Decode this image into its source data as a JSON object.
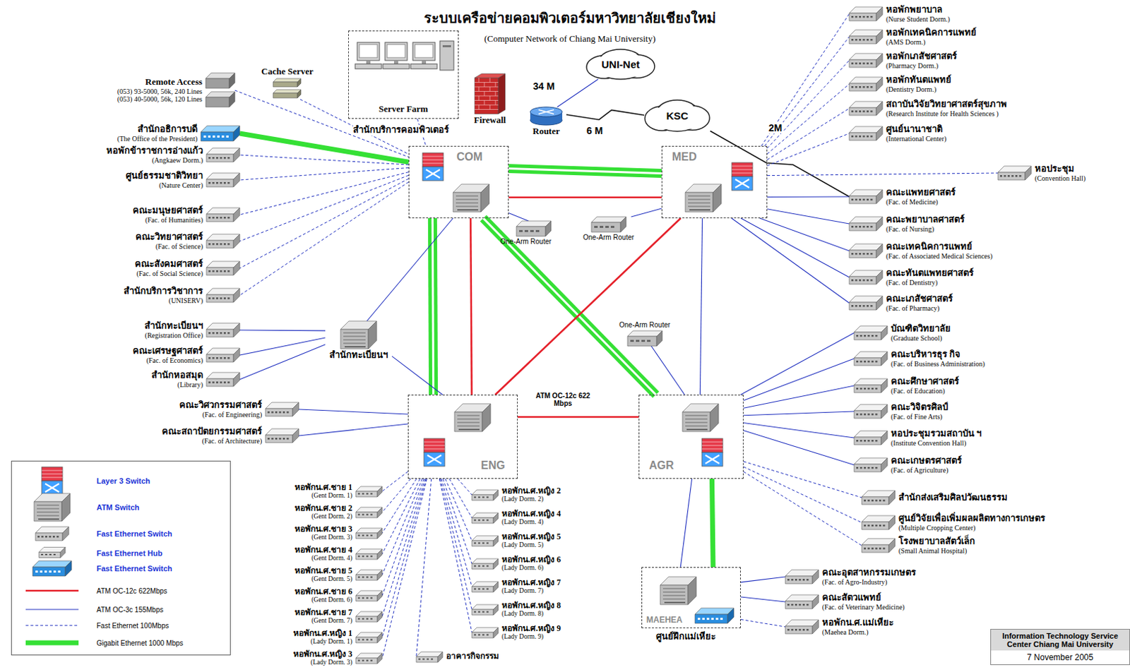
{
  "diagram": {
    "title": "ระบบเครือข่ายคอมพิวเตอร์มหาวิทยาลัยเชียงใหม่",
    "caption": "(Computer Network of Chiang Mai University)",
    "nodes": [
      {
        "text": [
          "Remote Access",
          "(053) 93-5000, 56k, 240 Lines",
          "(053) 40-5000, 56k, 120 Lines"
        ]
      },
      {
        "text": [
          "Cache Server"
        ]
      },
      {
        "text": [
          "Server Farm"
        ]
      },
      {
        "text": [
          "Firewall"
        ]
      },
      {
        "text": [
          "Router"
        ]
      },
      {
        "text": [
          "UNI-Net"
        ]
      },
      {
        "text": [
          "KSC"
        ]
      },
      {
        "text": [
          "สำนักอธิการบดี",
          "(The Office of the President)"
        ]
      },
      {
        "text": [
          "หอพักข้าราชการอ่างแก้ว",
          "(Angkaew Dorm.)"
        ]
      },
      {
        "text": [
          "ศูนย์ธรรมชาติวิทยา",
          "(Nature Center)"
        ]
      },
      {
        "text": [
          "คณะมนุษยศาสตร์",
          "(Fac. of Humanities)"
        ]
      },
      {
        "text": [
          "คณะวิทยาศาสตร์",
          "(Fac. of Science)"
        ]
      },
      {
        "text": [
          "คณะสังคมศาสตร์",
          "(Fac. of Social Science)"
        ]
      },
      {
        "text": [
          "สำนักบริการวิชาการ",
          "(UNISERV)"
        ]
      },
      {
        "text": [
          "สำนักทะเบียนฯ",
          "(Registration Office)"
        ]
      },
      {
        "text": [
          "คณะเศรษฐศาสตร์",
          "(Fac. of Economics)"
        ]
      },
      {
        "text": [
          "สำนักหอสมุด",
          "(Library)"
        ]
      },
      {
        "text": [
          "คณะวิศวกรรมศาสตร์",
          "(Fac. of Engineering)"
        ]
      },
      {
        "text": [
          "คณะสถาปัตยกรรมศาสตร์",
          "(Fac. of Architecture)"
        ]
      },
      {
        "text": [
          "COM"
        ]
      },
      {
        "text": [
          "MED"
        ]
      },
      {
        "text": [
          "One-Arm Router"
        ]
      },
      {
        "text": [
          "One-Arm Router"
        ]
      },
      {
        "text": [
          "สำนักทะเบียนฯ"
        ]
      },
      {
        "text": [
          "One-Arm Router"
        ]
      },
      {
        "text": [
          "ENG"
        ]
      },
      {
        "text": [
          "AGR"
        ]
      },
      {
        "text": [
          "MAEHEA",
          "ศูนย์ฝึกแม่เหียะ"
        ]
      },
      {
        "text": [
          "หอพักพยาบาล",
          "(Nurse Student Dorm.)"
        ]
      },
      {
        "text": [
          "หอพักเทคนิคการแพทย์",
          "(AMS Dorm.)"
        ]
      },
      {
        "text": [
          "หอพักเภสัชศาสตร์",
          "(Pharmacy Dorm.)"
        ]
      },
      {
        "text": [
          "หอพักทันตแพทย์",
          "(Dentistry Dorm.)"
        ]
      },
      {
        "text": [
          "สถาบันวิจัยวิทยาศาสตร์สุขภาพ",
          "(Research Institute for Health Sciences )"
        ]
      },
      {
        "text": [
          "ศูนย์นานาชาติ",
          "(International Center)"
        ]
      },
      {
        "text": [
          "หอประชุม",
          "(Convention Hall)"
        ]
      },
      {
        "text": [
          "คณะแพทยศาสตร์",
          "(Fac. of Medicine)"
        ]
      },
      {
        "text": [
          "คณะพยาบาลศาสตร์",
          "(Fac. of Nursing)"
        ]
      },
      {
        "text": [
          "คณะเทคนิคการแพทย์",
          "(Fac. of Associated Medical Sciences)"
        ]
      },
      {
        "text": [
          "คณะทันตแพทยศาสตร์",
          "(Fac. of Dentistry)"
        ]
      },
      {
        "text": [
          "คณะเภสัชศาสตร์",
          "(Fac. of Pharmacy)"
        ]
      },
      {
        "text": [
          "บัณฑิตวิทยาลัย",
          "(Graduate School)"
        ]
      },
      {
        "text": [
          "คณะบริหารธุร กิจ",
          "(Fac. of Business Administration)"
        ]
      },
      {
        "text": [
          "คณะศึกษาศาสตร์",
          "(Fac. of Education)"
        ]
      },
      {
        "text": [
          "คณะวิจิตรศิลป์",
          "(Fac. of Fine Arts)"
        ]
      },
      {
        "text": [
          "หอประชุมรวมสถาบัน ฯ",
          "(Institute Convention Hall)"
        ]
      },
      {
        "text": [
          "คณะเกษตรศาสตร์",
          "(Fac. of Agriculture)"
        ]
      },
      {
        "text": [
          "สำนักส่งเสริมศิลปวัฒนธรรม"
        ]
      },
      {
        "text": [
          "ศูนย์วิจัยเพื่อเพิ่มผลผลิตทางการเกษตร",
          "(Multiple Cropping Center)"
        ]
      },
      {
        "text": [
          "โรงพยาบาลสัตว์เล็ก",
          "(Small Animal Hospital)"
        ]
      },
      {
        "text": [
          "คณะอุตสาหกรรมเกษตร",
          "(Fac. of Agro-Industry)"
        ]
      },
      {
        "text": [
          "คณะสัตวแพทย์",
          "(Fac. of Veterinary Medicine)"
        ]
      },
      {
        "text": [
          "หอพักน.ศ.แม่เหียะ",
          "(Maehea Dorm.)"
        ]
      },
      {
        "text": [
          "หอพักน.ศ.ชาย 1",
          "(Gent Dorm. 1)"
        ]
      },
      {
        "text": [
          "หอพักน.ศ.ชาย 2",
          "(Gent Dorm. 2)"
        ]
      },
      {
        "text": [
          "หอพักน.ศ.ชาย 3",
          "(Gent Dorm. 3)"
        ]
      },
      {
        "text": [
          "หอพักน.ศ.ชาย 4",
          "(Gent Dorm. 4)"
        ]
      },
      {
        "text": [
          "หอพักน.ศ.ชาย 5",
          "(Gent Dorm. 5)"
        ]
      },
      {
        "text": [
          "หอพักน.ศ.ชาย 6",
          "(Gent Dorm. 6)"
        ]
      },
      {
        "text": [
          "หอพักน.ศ.ชาย 7",
          "(Gent Dorm. 7)"
        ]
      },
      {
        "text": [
          "หอพักน.ศ.หญิง 1",
          "(Lady Dorm. 1)"
        ]
      },
      {
        "text": [
          "หอพักน.ศ.หญิง 3",
          "(Lady Dorm. 3)"
        ]
      },
      {
        "text": [
          "หอพักน.ศ.หญิง 2",
          "(Lady Dorm. 2)"
        ]
      },
      {
        "text": [
          "หอพักน.ศ.หญิง 4",
          "(Lady Dorm. 4)"
        ]
      },
      {
        "text": [
          "หอพักน.ศ.หญิง 5",
          "(Lady Dorm. 5)"
        ]
      },
      {
        "text": [
          "หอพักน.ศ.หญิง 6",
          "(Lady Dorm. 6)"
        ]
      },
      {
        "text": [
          "หอพักน.ศ.หญิง 7",
          "(Lady Dorm. 7)"
        ]
      },
      {
        "text": [
          "หอพักน.ศ.หญิง 8",
          "(Lady Dorm. 8)"
        ]
      },
      {
        "text": [
          "หอพักน.ศ.หญิง 9",
          "(Lady Dorm. 9)"
        ]
      },
      {
        "text": [
          "อาคารกิจกรรม"
        ]
      },
      {
        "text": [
          "Information Technology Service Center Chiang Mai University",
          "7 November 2005"
        ]
      }
    ],
    "edges": [
      {
        "from": 7,
        "to": 19,
        "arrow": "none"
      },
      {
        "from": 19,
        "to": 20,
        "arrow": "none"
      },
      {
        "from": 19,
        "to": 25,
        "arrow": "none"
      },
      {
        "from": 19,
        "to": 26,
        "arrow": "none"
      },
      {
        "from": 26,
        "to": 27,
        "arrow": "none"
      },
      {
        "from": 19,
        "to": 20,
        "arrow": "none"
      },
      {
        "from": 19,
        "to": 25,
        "arrow": "none"
      },
      {
        "from": 20,
        "to": 25,
        "arrow": "none"
      },
      {
        "from": 25,
        "to": 26,
        "arrow": "none"
      },
      {
        "from": 20,
        "to": 26,
        "arrow": "none"
      },
      {
        "from": 26,
        "to": 27,
        "arrow": "none"
      },
      {
        "from": 19,
        "to": 23,
        "arrow": "none"
      },
      {
        "from": 23,
        "to": 25,
        "arrow": "none"
      },
      {
        "from": 19,
        "to": 21,
        "arrow": "none"
      },
      {
        "from": 20,
        "to": 22,
        "arrow": "none"
      },
      {
        "from": 26,
        "to": 24,
        "arrow": "none"
      },
      {
        "from": 4,
        "to": 5,
        "arrow": "none",
        "label": "34 M"
      },
      {
        "from": 4,
        "to": 6,
        "arrow": "none",
        "label": "6 M"
      },
      {
        "from": 6,
        "to": 35,
        "arrow": "none",
        "label": "2M"
      },
      {
        "from": 0,
        "to": 19,
        "arrow": "none"
      },
      {
        "from": 1,
        "to": 19,
        "arrow": "none"
      },
      {
        "from": 2,
        "to": 19,
        "arrow": "none"
      },
      {
        "from": 19,
        "to": 8,
        "arrow": "none"
      },
      {
        "from": 19,
        "to": 9,
        "arrow": "none"
      },
      {
        "from": 19,
        "to": 10,
        "arrow": "none"
      },
      {
        "from": 19,
        "to": 11,
        "arrow": "none"
      },
      {
        "from": 19,
        "to": 12,
        "arrow": "none"
      },
      {
        "from": 19,
        "to": 13,
        "arrow": "none"
      },
      {
        "from": 23,
        "to": 14,
        "arrow": "none"
      },
      {
        "from": 23,
        "to": 15,
        "arrow": "none"
      },
      {
        "from": 23,
        "to": 16,
        "arrow": "none"
      },
      {
        "from": 25,
        "to": 17,
        "arrow": "none"
      },
      {
        "from": 25,
        "to": 18,
        "arrow": "none"
      },
      {
        "from": 20,
        "to": 28,
        "arrow": "none"
      },
      {
        "from": 20,
        "to": 29,
        "arrow": "none"
      },
      {
        "from": 20,
        "to": 30,
        "arrow": "none"
      },
      {
        "from": 20,
        "to": 31,
        "arrow": "none"
      },
      {
        "from": 20,
        "to": 32,
        "arrow": "none"
      },
      {
        "from": 20,
        "to": 33,
        "arrow": "none"
      },
      {
        "from": 20,
        "to": 34,
        "arrow": "none"
      },
      {
        "from": 20,
        "to": 35,
        "arrow": "none"
      },
      {
        "from": 20,
        "to": 36,
        "arrow": "none"
      },
      {
        "from": 20,
        "to": 37,
        "arrow": "none"
      },
      {
        "from": 20,
        "to": 38,
        "arrow": "none"
      },
      {
        "from": 20,
        "to": 39,
        "arrow": "none"
      },
      {
        "from": 26,
        "to": 40,
        "arrow": "none"
      },
      {
        "from": 26,
        "to": 41,
        "arrow": "none"
      },
      {
        "from": 26,
        "to": 42,
        "arrow": "none"
      },
      {
        "from": 26,
        "to": 43,
        "arrow": "none"
      },
      {
        "from": 26,
        "to": 44,
        "arrow": "none"
      },
      {
        "from": 26,
        "to": 45,
        "arrow": "none"
      },
      {
        "from": 26,
        "to": 46,
        "arrow": "none"
      },
      {
        "from": 26,
        "to": 47,
        "arrow": "none"
      },
      {
        "from": 26,
        "to": 48,
        "arrow": "none"
      },
      {
        "from": 27,
        "to": 49,
        "arrow": "none"
      },
      {
        "from": 27,
        "to": 50,
        "arrow": "none"
      },
      {
        "from": 27,
        "to": 51,
        "arrow": "none"
      },
      {
        "from": 25,
        "to": 52,
        "arrow": "none"
      },
      {
        "from": 25,
        "to": 53,
        "arrow": "none"
      },
      {
        "from": 25,
        "to": 54,
        "arrow": "none"
      },
      {
        "from": 25,
        "to": 55,
        "arrow": "none"
      },
      {
        "from": 25,
        "to": 56,
        "arrow": "none"
      },
      {
        "from": 25,
        "to": 57,
        "arrow": "none"
      },
      {
        "from": 25,
        "to": 58,
        "arrow": "none"
      },
      {
        "from": 25,
        "to": 59,
        "arrow": "none"
      },
      {
        "from": 25,
        "to": 60,
        "arrow": "none"
      },
      {
        "from": 25,
        "to": 61,
        "arrow": "none"
      },
      {
        "from": 25,
        "to": 62,
        "arrow": "none"
      },
      {
        "from": 25,
        "to": 63,
        "arrow": "none"
      },
      {
        "from": 25,
        "to": 64,
        "arrow": "none"
      },
      {
        "from": 25,
        "to": 65,
        "arrow": "none"
      },
      {
        "from": 25,
        "to": 66,
        "arrow": "none"
      },
      {
        "from": 25,
        "to": 67,
        "arrow": "none"
      },
      {
        "from": 25,
        "to": 68,
        "arrow": "none"
      }
    ],
    "labels": [
      "สำนักบริการคอมพิวเตอร์",
      "ATM OC-12c 622 Mbps"
    ],
    "legend": [
      {
        "text": "Layer 3 Switch"
      },
      {
        "text": "ATM Switch"
      },
      {
        "text": "Fast Ethernet Switch"
      },
      {
        "text": "Fast Ethernet Hub"
      },
      {
        "text": "Fast Ethernet Switch"
      },
      {
        "text": "ATM OC-12c 622Mbps"
      },
      {
        "text": "ATM OC-3c 155Mbps"
      },
      {
        "text": "Fast Ethernet 100Mbps"
      },
      {
        "text": "Gigabit Ethernet 1000 Mbps"
      }
    ]
  }
}
